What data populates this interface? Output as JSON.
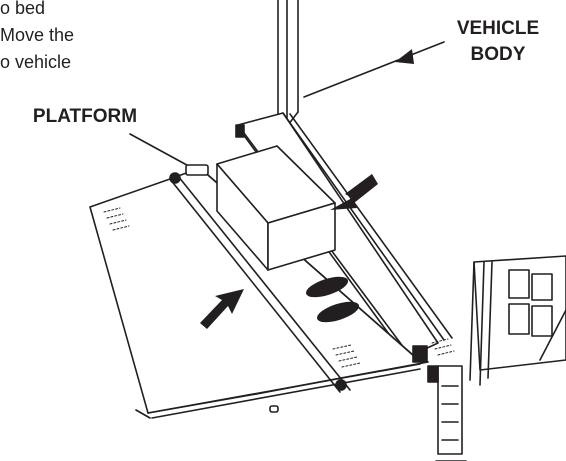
{
  "text_fragments": [
    "o bed",
    "Move the",
    "o vehicle"
  ],
  "labels": {
    "platform": "PLATFORM",
    "vehicle_body_line1": "VEHICLE",
    "vehicle_body_line2": "BODY"
  },
  "colors": {
    "ink": "#231f20",
    "paper": "#ffffff",
    "box_fill": "#ffffff"
  },
  "icons": [
    "arrow-icon",
    "footprints-icon",
    "tread-pattern-icon"
  ]
}
